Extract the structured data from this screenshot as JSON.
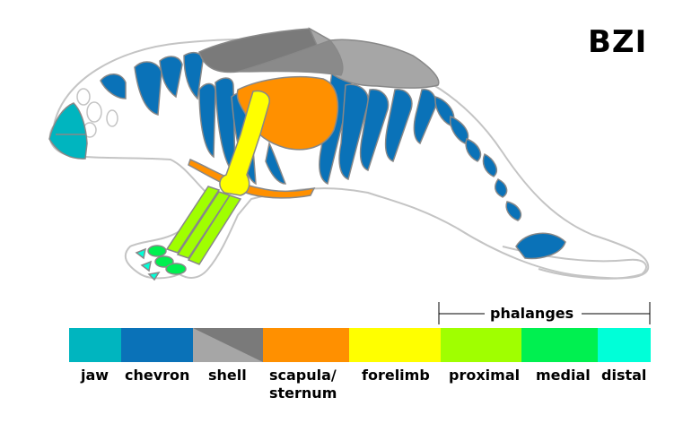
{
  "logo": "BZI",
  "phalanges_label": "phalanges",
  "legend": [
    {
      "key": "jaw",
      "label": "jaw",
      "color": "#00b5bf"
    },
    {
      "key": "chevron",
      "label": "chevron",
      "color": "#0a72b8"
    },
    {
      "key": "shell",
      "label": "shell",
      "color": "#a6a6a6",
      "color2": "#7a7a7a"
    },
    {
      "key": "scapula",
      "label_line1": "scapula/",
      "label_line2": "sternum",
      "color": "#ff9000"
    },
    {
      "key": "forelimb",
      "label": "forelimb",
      "color": "#ffff00"
    },
    {
      "key": "proximal",
      "label": "proximal",
      "color": "#a0ff00"
    },
    {
      "key": "medial",
      "label": "medial",
      "color": "#00f050"
    },
    {
      "key": "distal",
      "label": "distal",
      "color": "#00ffd8"
    }
  ]
}
